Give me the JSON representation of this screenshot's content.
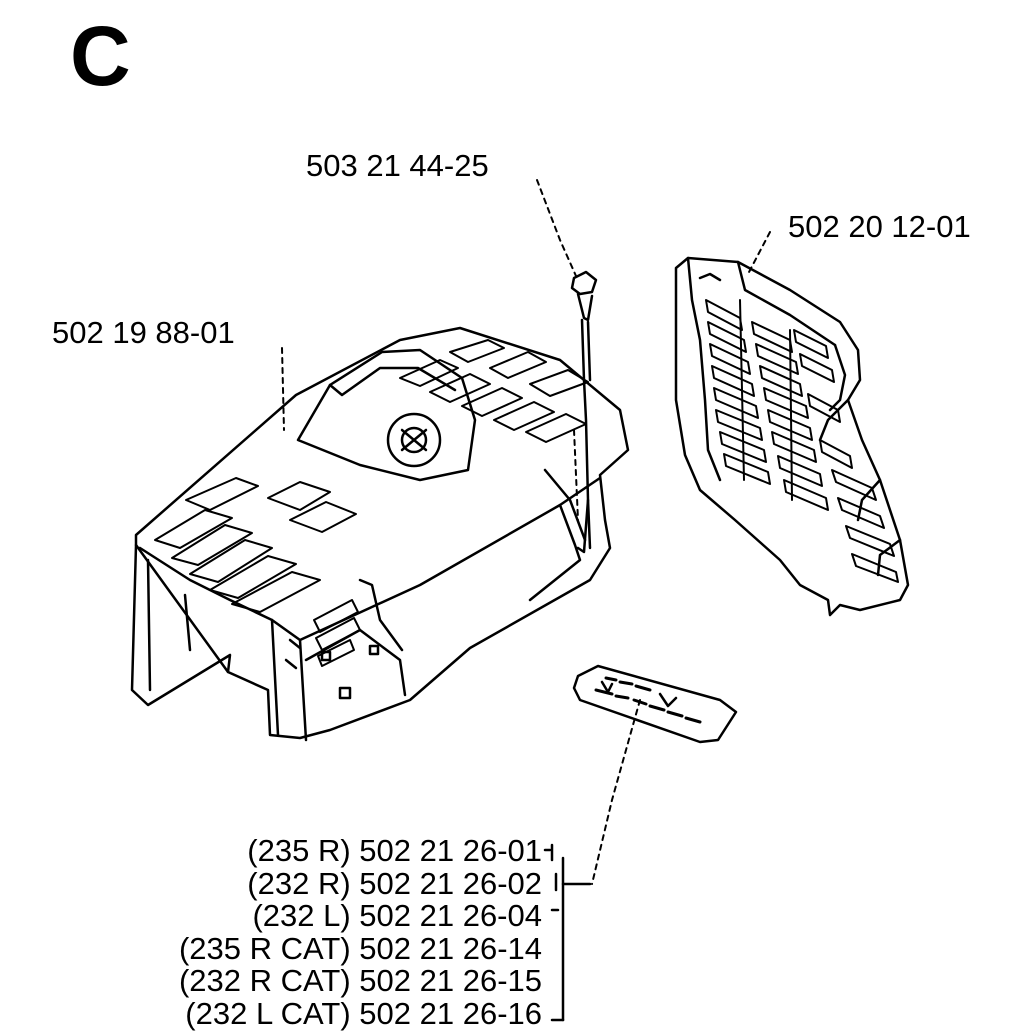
{
  "section": "C",
  "callouts": {
    "screw": "503 21 44-25",
    "air_filter_cover": "502 20 12-01",
    "cylinder_cover": "502 19 88-01"
  },
  "decal_parts": [
    {
      "text": "(235 R) 502 21 26-01"
    },
    {
      "text": "(232 R) 502 21 26-02"
    },
    {
      "text": "(232 L) 502 21 26-04"
    },
    {
      "text": "(235 R CAT) 502 21 26-14"
    },
    {
      "text": "(232 R CAT) 502 21 26-15"
    },
    {
      "text": "(232 L CAT) 502 21 26-16"
    }
  ]
}
